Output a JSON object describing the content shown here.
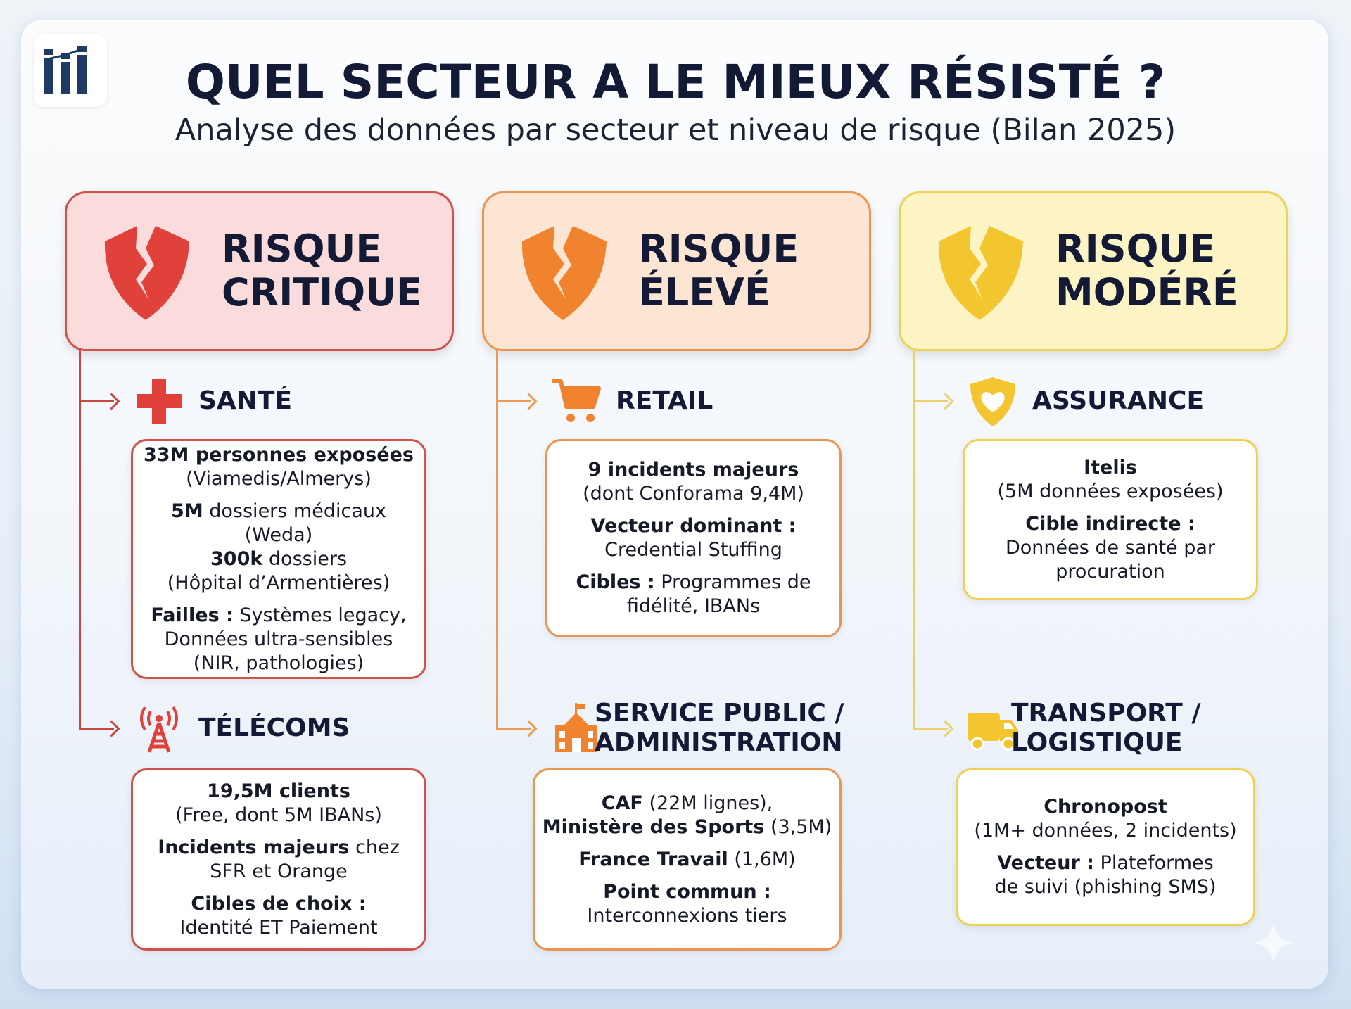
{
  "header": {
    "title": "QUEL SECTEUR A LE MIEUX RÉSISTÉ ?",
    "subtitle": "Analyse des données par secteur et niveau de risque (Bilan 2025)"
  },
  "columns": [
    {
      "risk_line1": "RISQUE",
      "risk_line2": "CRITIQUE",
      "colors": {
        "accent": "#e0413a",
        "header_bg": "#fadcdc",
        "border": "#d0524b",
        "line": "#c9473f"
      },
      "sectors": [
        {
          "name": "SANTÉ",
          "icon": "medical-cross-icon",
          "paragraphs": [
            [
              {
                "b": true,
                "t": "33M personnes exposées"
              },
              {
                "br": true
              },
              {
                "t": "(Viamedis/Almerys)"
              }
            ],
            [
              {
                "b": true,
                "t": "5M"
              },
              {
                "t": " dossiers médicaux (Weda)"
              },
              {
                "br": true
              },
              {
                "b": true,
                "t": "300k"
              },
              {
                "t": " dossiers"
              },
              {
                "br": true
              },
              {
                "t": "(Hôpital d’Armentières)"
              }
            ],
            [
              {
                "b": true,
                "t": "Failles :"
              },
              {
                "t": " Systèmes legacy,"
              },
              {
                "br": true
              },
              {
                "t": "Données ultra-sensibles"
              },
              {
                "br": true
              },
              {
                "t": "(NIR, pathologies)"
              }
            ]
          ]
        },
        {
          "name": "TÉLÉCOMS",
          "icon": "antenna-tower-icon",
          "paragraphs": [
            [
              {
                "b": true,
                "t": "19,5M clients"
              },
              {
                "br": true
              },
              {
                "t": "(Free, dont 5M IBANs)"
              }
            ],
            [
              {
                "b": true,
                "t": "Incidents majeurs"
              },
              {
                "t": " chez"
              },
              {
                "br": true
              },
              {
                "t": "SFR et Orange"
              }
            ],
            [
              {
                "b": true,
                "t": "Cibles de choix :"
              },
              {
                "br": true
              },
              {
                "t": "Identité ET Paiement"
              }
            ]
          ]
        }
      ]
    },
    {
      "risk_line1": "RISQUE",
      "risk_line2": "ÉLEVÉ",
      "colors": {
        "accent": "#f2832e",
        "header_bg": "#fde5d3",
        "border": "#eb9550",
        "line": "#ec9a55"
      },
      "sectors": [
        {
          "name": "RETAIL",
          "icon": "shopping-cart-icon",
          "paragraphs": [
            [
              {
                "b": true,
                "t": "9 incidents majeurs"
              },
              {
                "br": true
              },
              {
                "t": "(dont Conforama 9,4M)"
              }
            ],
            [
              {
                "b": true,
                "t": "Vecteur dominant :"
              },
              {
                "br": true
              },
              {
                "t": "Credential Stuffing"
              }
            ],
            [
              {
                "b": true,
                "t": "Cibles :"
              },
              {
                "t": " Programmes de"
              },
              {
                "br": true
              },
              {
                "t": "fidélité, IBANs"
              }
            ]
          ]
        },
        {
          "name": "SERVICE PUBLIC / ADMINISTRATION",
          "name_line1": "SERVICE PUBLIC /",
          "name_line2": "ADMINISTRATION",
          "icon": "public-building-icon",
          "paragraphs": [
            [
              {
                "b": true,
                "t": "CAF"
              },
              {
                "t": " (22M lignes),"
              },
              {
                "br": true
              },
              {
                "b": true,
                "t": "Ministère des Sports"
              },
              {
                "t": " (3,5M)"
              }
            ],
            [
              {
                "b": true,
                "t": "France Travail"
              },
              {
                "t": " (1,6M)"
              }
            ],
            [
              {
                "b": true,
                "t": "Point commun :"
              },
              {
                "br": true
              },
              {
                "t": "Interconnexions tiers"
              }
            ]
          ]
        }
      ]
    },
    {
      "risk_line1": "RISQUE",
      "risk_line2": "MODÉRÉ",
      "colors": {
        "accent": "#f3c52e",
        "header_bg": "#fdf4c6",
        "border": "#f0d152",
        "line": "#efcf6a"
      },
      "sectors": [
        {
          "name": "ASSURANCE",
          "icon": "shield-heart-icon",
          "paragraphs": [
            [
              {
                "b": true,
                "t": "Itelis"
              },
              {
                "br": true
              },
              {
                "t": "(5M données exposées)"
              }
            ],
            [
              {
                "b": true,
                "t": "Cible indirecte :"
              },
              {
                "br": true
              },
              {
                "t": "Données de santé par"
              },
              {
                "br": true
              },
              {
                "t": "procuration"
              }
            ]
          ]
        },
        {
          "name": "TRANSPORT / LOGISTIQUE",
          "name_line1": "TRANSPORT /",
          "name_line2": "LOGISTIQUE",
          "icon": "delivery-truck-icon",
          "paragraphs": [
            [
              {
                "b": true,
                "t": "Chronopost"
              },
              {
                "br": true
              },
              {
                "t": "(1M+ données, 2 incidents)"
              }
            ],
            [
              {
                "b": true,
                "t": "Vecteur :"
              },
              {
                "t": " Plateformes"
              },
              {
                "br": true
              },
              {
                "t": "de suivi (phishing SMS)"
              }
            ]
          ]
        }
      ]
    }
  ],
  "colors": {
    "title": "#121a35",
    "logo": "#1f3a63"
  }
}
